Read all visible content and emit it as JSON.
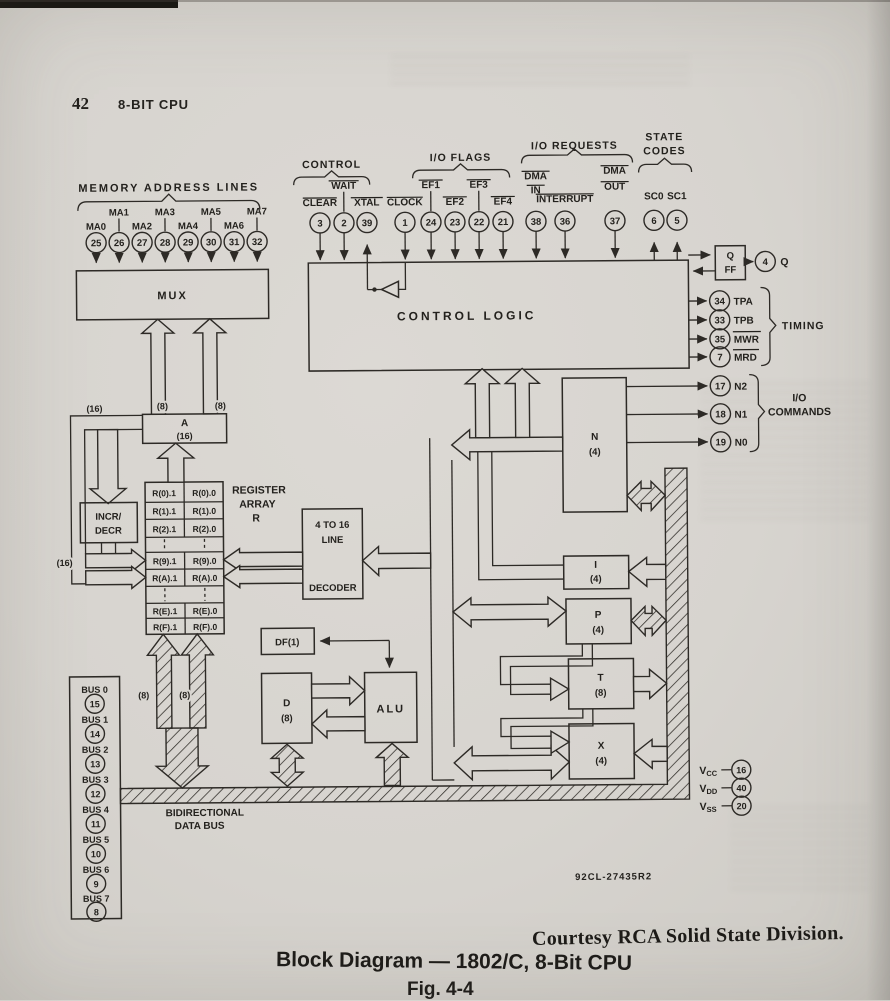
{
  "page": {
    "number": "42",
    "header": "8-BIT CPU",
    "part_code": "92CL-27435R2",
    "courtesy": "Courtesy RCA Solid State Division.",
    "caption_title": "Block Diagram — 1802/C, 8-Bit CPU",
    "figure_label": "Fig. 4-4"
  },
  "diagram": {
    "memory_address": {
      "title": "MEMORY ADDRESS LINES",
      "pins": [
        {
          "label": "MA0",
          "num": "25"
        },
        {
          "label": "MA1",
          "num": "26"
        },
        {
          "label": "MA2",
          "num": "27"
        },
        {
          "label": "MA3",
          "num": "28"
        },
        {
          "label": "MA4",
          "num": "29"
        },
        {
          "label": "MA5",
          "num": "30"
        },
        {
          "label": "MA6",
          "num": "31"
        },
        {
          "label": "MA7",
          "num": "32"
        }
      ]
    },
    "mux_label": "MUX",
    "control_group": {
      "title": "CONTROL",
      "pins": [
        {
          "label": "CLEAR",
          "num": "3"
        },
        {
          "label": "WAIT",
          "num": "2"
        },
        {
          "label": "XTAL",
          "num": "39"
        },
        {
          "label": "CLOCK",
          "num": "1"
        }
      ]
    },
    "io_flags": {
      "title": "I/O FLAGS",
      "pins": [
        {
          "label": "EF1",
          "num": "24"
        },
        {
          "label": "EF2",
          "num": "23"
        },
        {
          "label": "EF3",
          "num": "22"
        },
        {
          "label": "EF4",
          "num": "21"
        }
      ]
    },
    "io_requests": {
      "title": "I/O REQUESTS",
      "pins": [
        {
          "label_top": "DMA",
          "label": "IN",
          "num": "38"
        },
        {
          "label_top": "",
          "label": "INTERRUPT",
          "num": "36"
        },
        {
          "label_top": "DMA",
          "label": "OUT",
          "num": "37"
        }
      ]
    },
    "state_codes": {
      "title_line1": "STATE",
      "title_line2": "CODES",
      "pins": [
        {
          "label": "SC0",
          "num": "6"
        },
        {
          "label": "SC1",
          "num": "5"
        }
      ]
    },
    "control_logic_label": "CONTROL LOGIC",
    "q_ff": {
      "line1": "Q",
      "line2": "FF",
      "pin_num": "4",
      "output_label": "Q"
    },
    "timing": {
      "title": "TIMING",
      "pins": [
        {
          "num": "34",
          "label": "TPA"
        },
        {
          "num": "33",
          "label": "TPB"
        },
        {
          "num": "35",
          "label": "MWR"
        },
        {
          "num": "7",
          "label": "MRD"
        }
      ]
    },
    "io_commands": {
      "title_line1": "I/O",
      "title_line2": "COMMANDS",
      "pins": [
        {
          "num": "17",
          "label": "N2"
        },
        {
          "num": "18",
          "label": "N1"
        },
        {
          "num": "19",
          "label": "N0"
        }
      ]
    },
    "blocks": {
      "n": [
        "N",
        "(4)"
      ],
      "i": [
        "I",
        "(4)"
      ],
      "p": [
        "P",
        "(4)"
      ],
      "t": [
        "T",
        "(8)"
      ],
      "x": [
        "X",
        "(4)"
      ],
      "a": [
        "A",
        "(16)"
      ],
      "d": [
        "D",
        "(8)"
      ],
      "alu": "ALU",
      "df": "DF(1)",
      "incr": [
        "INCR/",
        "DECR"
      ],
      "decoder": [
        "4 TO 16",
        "LINE",
        "DECODER"
      ]
    },
    "register_array": {
      "title": [
        "REGISTER",
        "ARRAY",
        "R"
      ],
      "rows": [
        [
          "R(0).1",
          "R(0).0"
        ],
        [
          "R(1).1",
          "R(1).0"
        ],
        [
          "R(2).1",
          "R(2).0"
        ],
        [
          "R(9).1",
          "R(9).0"
        ],
        [
          "R(A).1",
          "R(A).0"
        ],
        [
          "R(E).1",
          "R(E).0"
        ],
        [
          "R(F).1",
          "R(F).0"
        ]
      ]
    },
    "bus_labels": {
      "w8": "(8)",
      "w16": "(16)"
    },
    "data_bus": {
      "label_line1": "BIDIRECTIONAL",
      "label_line2": "DATA BUS",
      "pins": [
        {
          "label": "BUS 0",
          "num": "15"
        },
        {
          "label": "BUS 1",
          "num": "14"
        },
        {
          "label": "BUS 2",
          "num": "13"
        },
        {
          "label": "BUS 3",
          "num": "12"
        },
        {
          "label": "BUS 4",
          "num": "11"
        },
        {
          "label": "BUS 5",
          "num": "10"
        },
        {
          "label": "BUS 6",
          "num": "9"
        },
        {
          "label": "BUS 7",
          "num": "8"
        }
      ]
    },
    "power_pins": [
      {
        "name": "V",
        "sub": "CC",
        "num": "16"
      },
      {
        "name": "V",
        "sub": "DD",
        "num": "40"
      },
      {
        "name": "V",
        "sub": "SS",
        "num": "20"
      }
    ]
  }
}
